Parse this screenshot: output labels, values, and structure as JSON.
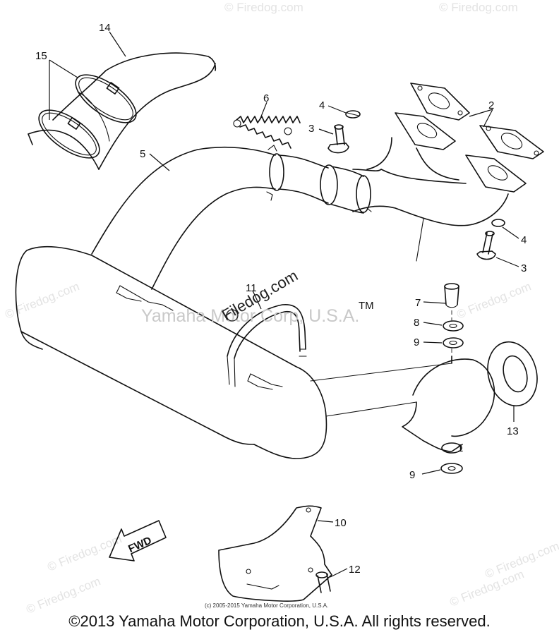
{
  "diagram": {
    "callouts": [
      "1",
      "2",
      "3",
      "3",
      "4",
      "4",
      "5",
      "6",
      "7",
      "8",
      "9",
      "9",
      "10",
      "11",
      "12",
      "13",
      "14",
      "15"
    ],
    "tm_mark": "TM",
    "fwd_label": "FWD",
    "watermark_center": "Yamaha Motor Corp, U.S.A.",
    "watermark_site": "Filedog.com",
    "watermark_faint": "© Firedog.com",
    "small_copyright": "(c) 2005-2015 Yamaha Motor Corporation, U.S.A."
  },
  "footer": {
    "copyright": "©2013 Yamaha Motor Corporation, U.S.A. All rights reserved."
  },
  "colors": {
    "ink": "#111111",
    "watermark": "#e3e3e3"
  }
}
